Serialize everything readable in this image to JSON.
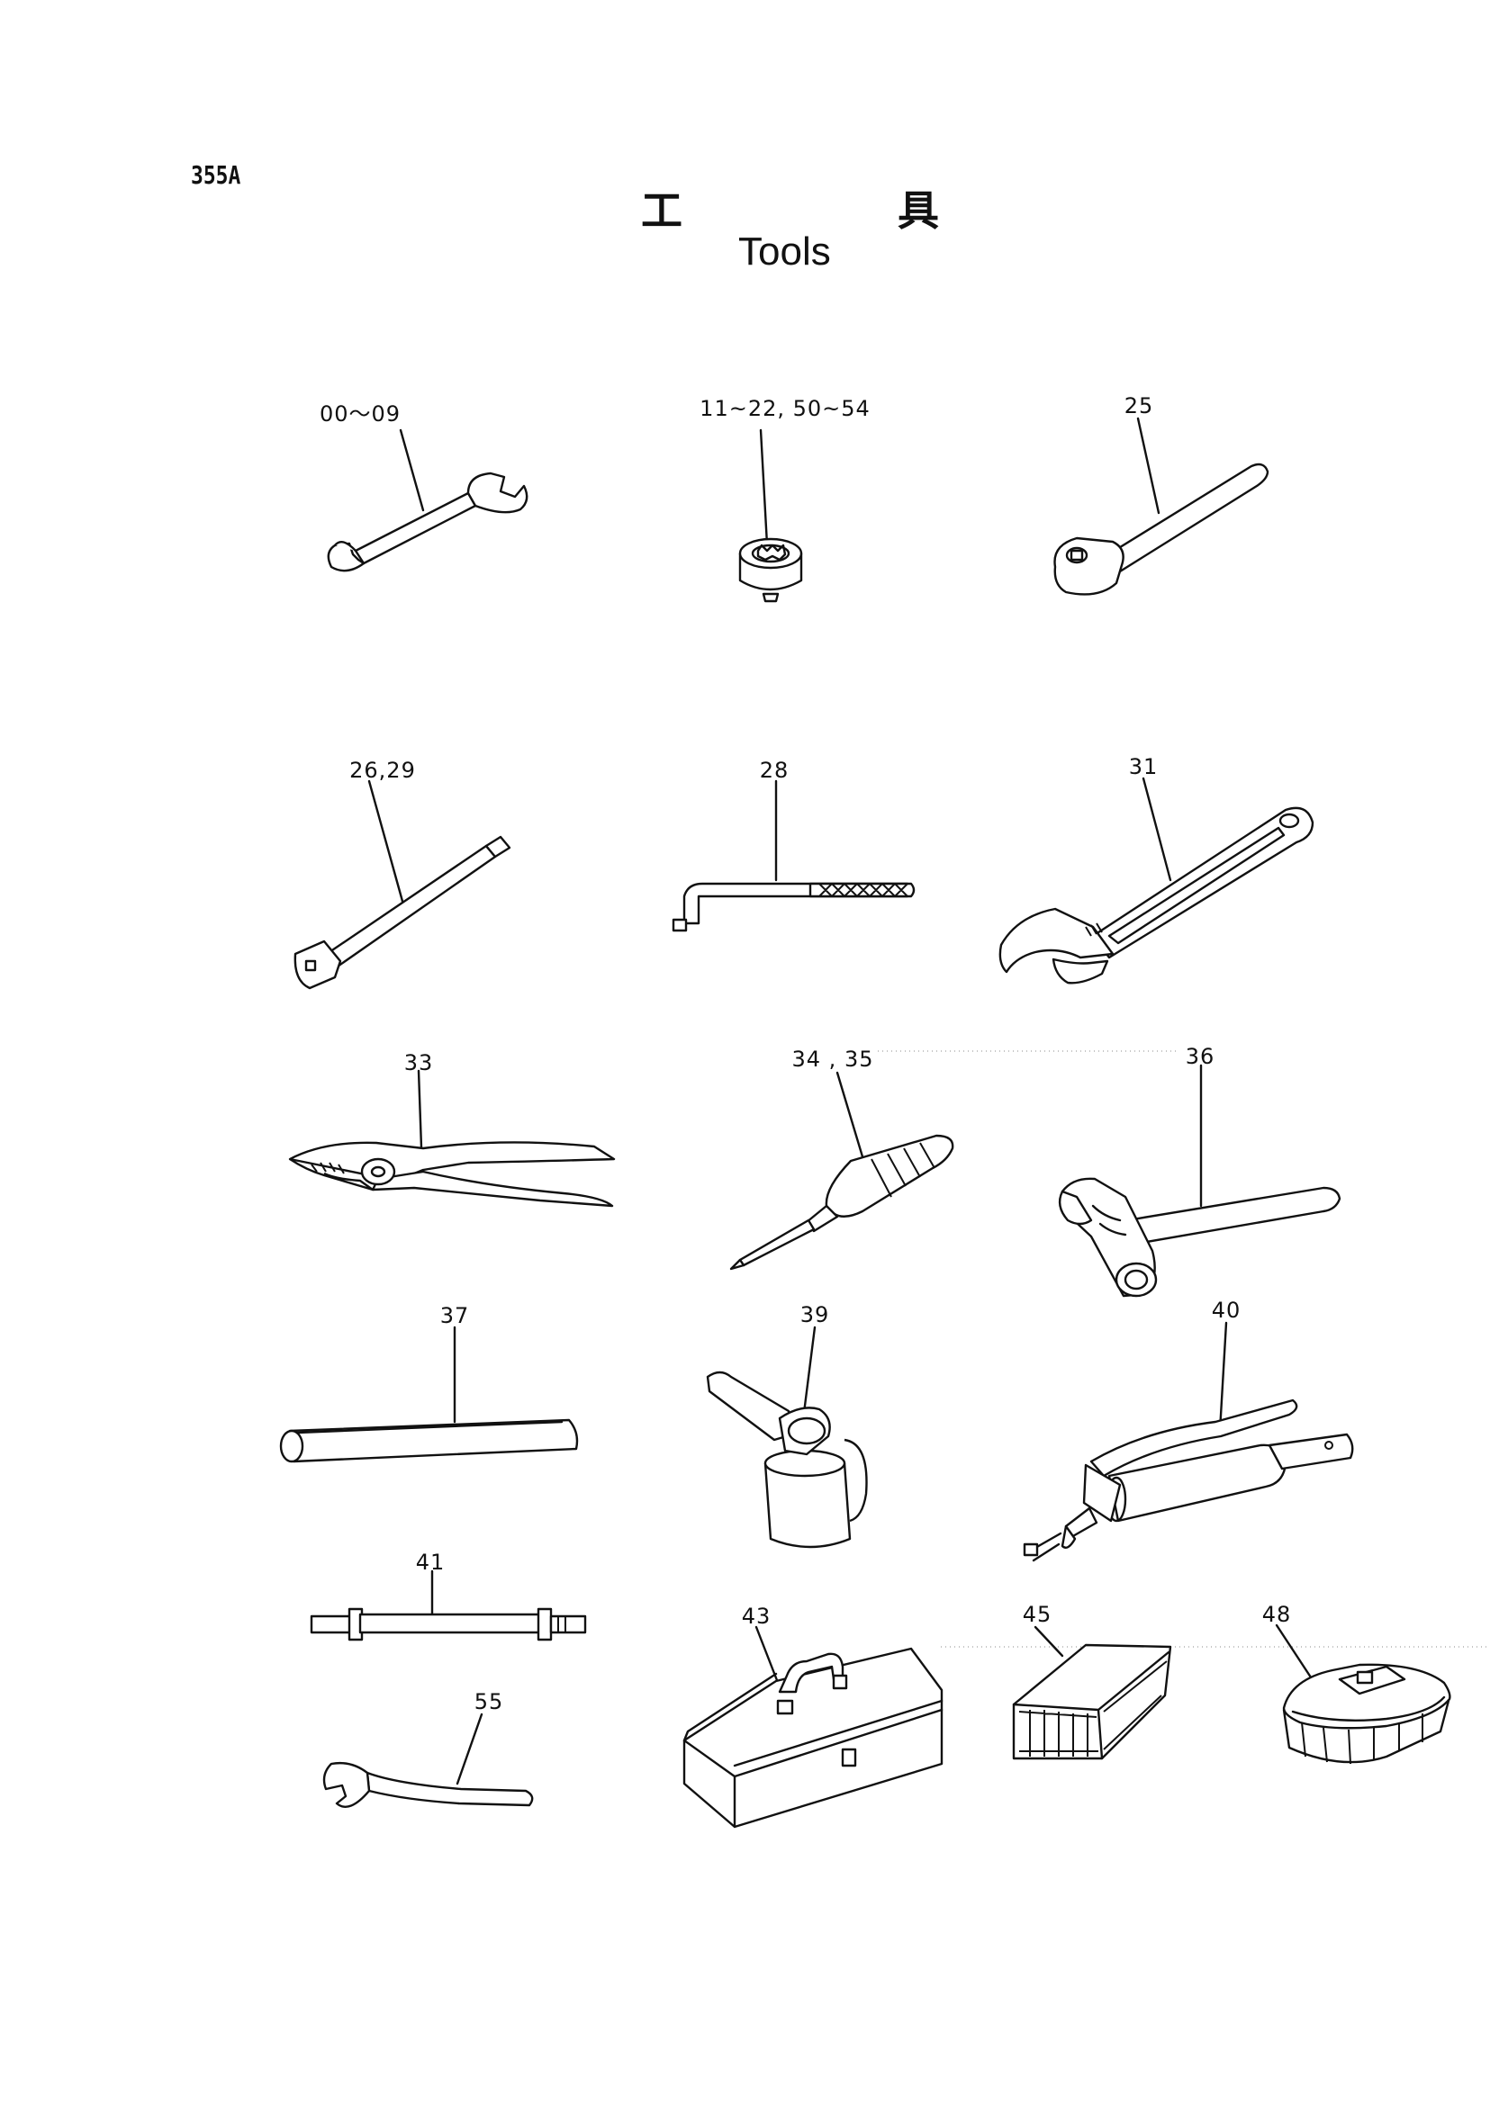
{
  "page": {
    "code": "355A",
    "title_cn_1": "工",
    "title_cn_2": "具",
    "title_en": "Tools"
  },
  "callouts": {
    "c00_09": "00～09",
    "c11_22": "11~22, 50~54",
    "c25": "25",
    "c26_29": "26,29",
    "c28": "28",
    "c31": "31",
    "c33": "33",
    "c34_35": "34 , 35",
    "c36": "36",
    "c37": "37",
    "c39": "39",
    "c40": "40",
    "c41": "41",
    "c43": "43",
    "c45": "45",
    "c48": "48",
    "c55": "55"
  },
  "tools": [
    {
      "id": "00-09",
      "name": "open-end-spanner"
    },
    {
      "id": "11-22,50-54",
      "name": "socket"
    },
    {
      "id": "25",
      "name": "ratchet-handle"
    },
    {
      "id": "26,29",
      "name": "extension-bar"
    },
    {
      "id": "28",
      "name": "l-handle"
    },
    {
      "id": "31",
      "name": "adjustable-wrench"
    },
    {
      "id": "33",
      "name": "slip-joint-pliers"
    },
    {
      "id": "34,35",
      "name": "screwdriver"
    },
    {
      "id": "36",
      "name": "hammer"
    },
    {
      "id": "37",
      "name": "tommy-bar"
    },
    {
      "id": "39",
      "name": "oil-can"
    },
    {
      "id": "40",
      "name": "grease-gun"
    },
    {
      "id": "41",
      "name": "grease-hose"
    },
    {
      "id": "43",
      "name": "tool-box"
    },
    {
      "id": "45",
      "name": "tool-bag"
    },
    {
      "id": "48",
      "name": "filter-wrench"
    },
    {
      "id": "55",
      "name": "single-end-spanner"
    }
  ]
}
